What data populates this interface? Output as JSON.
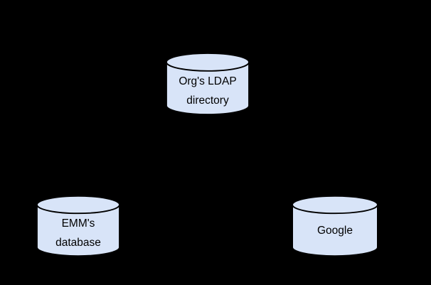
{
  "canvas": {
    "background_color": "#000000"
  },
  "diagram": {
    "node_fill": "#d8e4f8",
    "node_stroke": "#000000",
    "label_color": "#000000",
    "nodes": [
      {
        "id": "org-ldap-directory",
        "shape": "database-cylinder",
        "label_lines": [
          "Org's LDAP",
          "directory"
        ]
      },
      {
        "id": "emm-database",
        "shape": "database-cylinder",
        "label_lines": [
          "EMM's",
          "database"
        ]
      },
      {
        "id": "google",
        "shape": "database-cylinder",
        "label_lines": [
          "Google"
        ]
      }
    ]
  }
}
